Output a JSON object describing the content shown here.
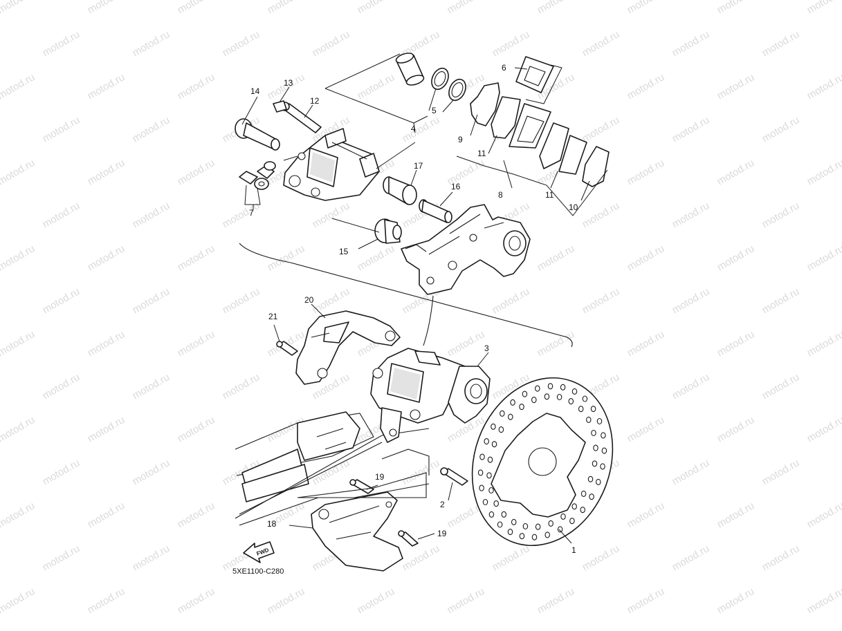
{
  "watermark": "motod.ru",
  "diagram_code": "5XE1100-C280",
  "fwd_label": "FWD",
  "callouts": {
    "n1": "1",
    "n2": "2",
    "n3": "3",
    "n4": "4",
    "n5": "5",
    "n6": "6",
    "n7": "7",
    "n8": "8",
    "n9": "9",
    "n10": "10",
    "n11a": "11",
    "n11b": "11",
    "n12": "12",
    "n13": "13",
    "n14": "14",
    "n15": "15",
    "n16": "16",
    "n17": "17",
    "n18": "18",
    "n19a": "19",
    "n19b": "19",
    "n20": "20",
    "n21": "21"
  }
}
